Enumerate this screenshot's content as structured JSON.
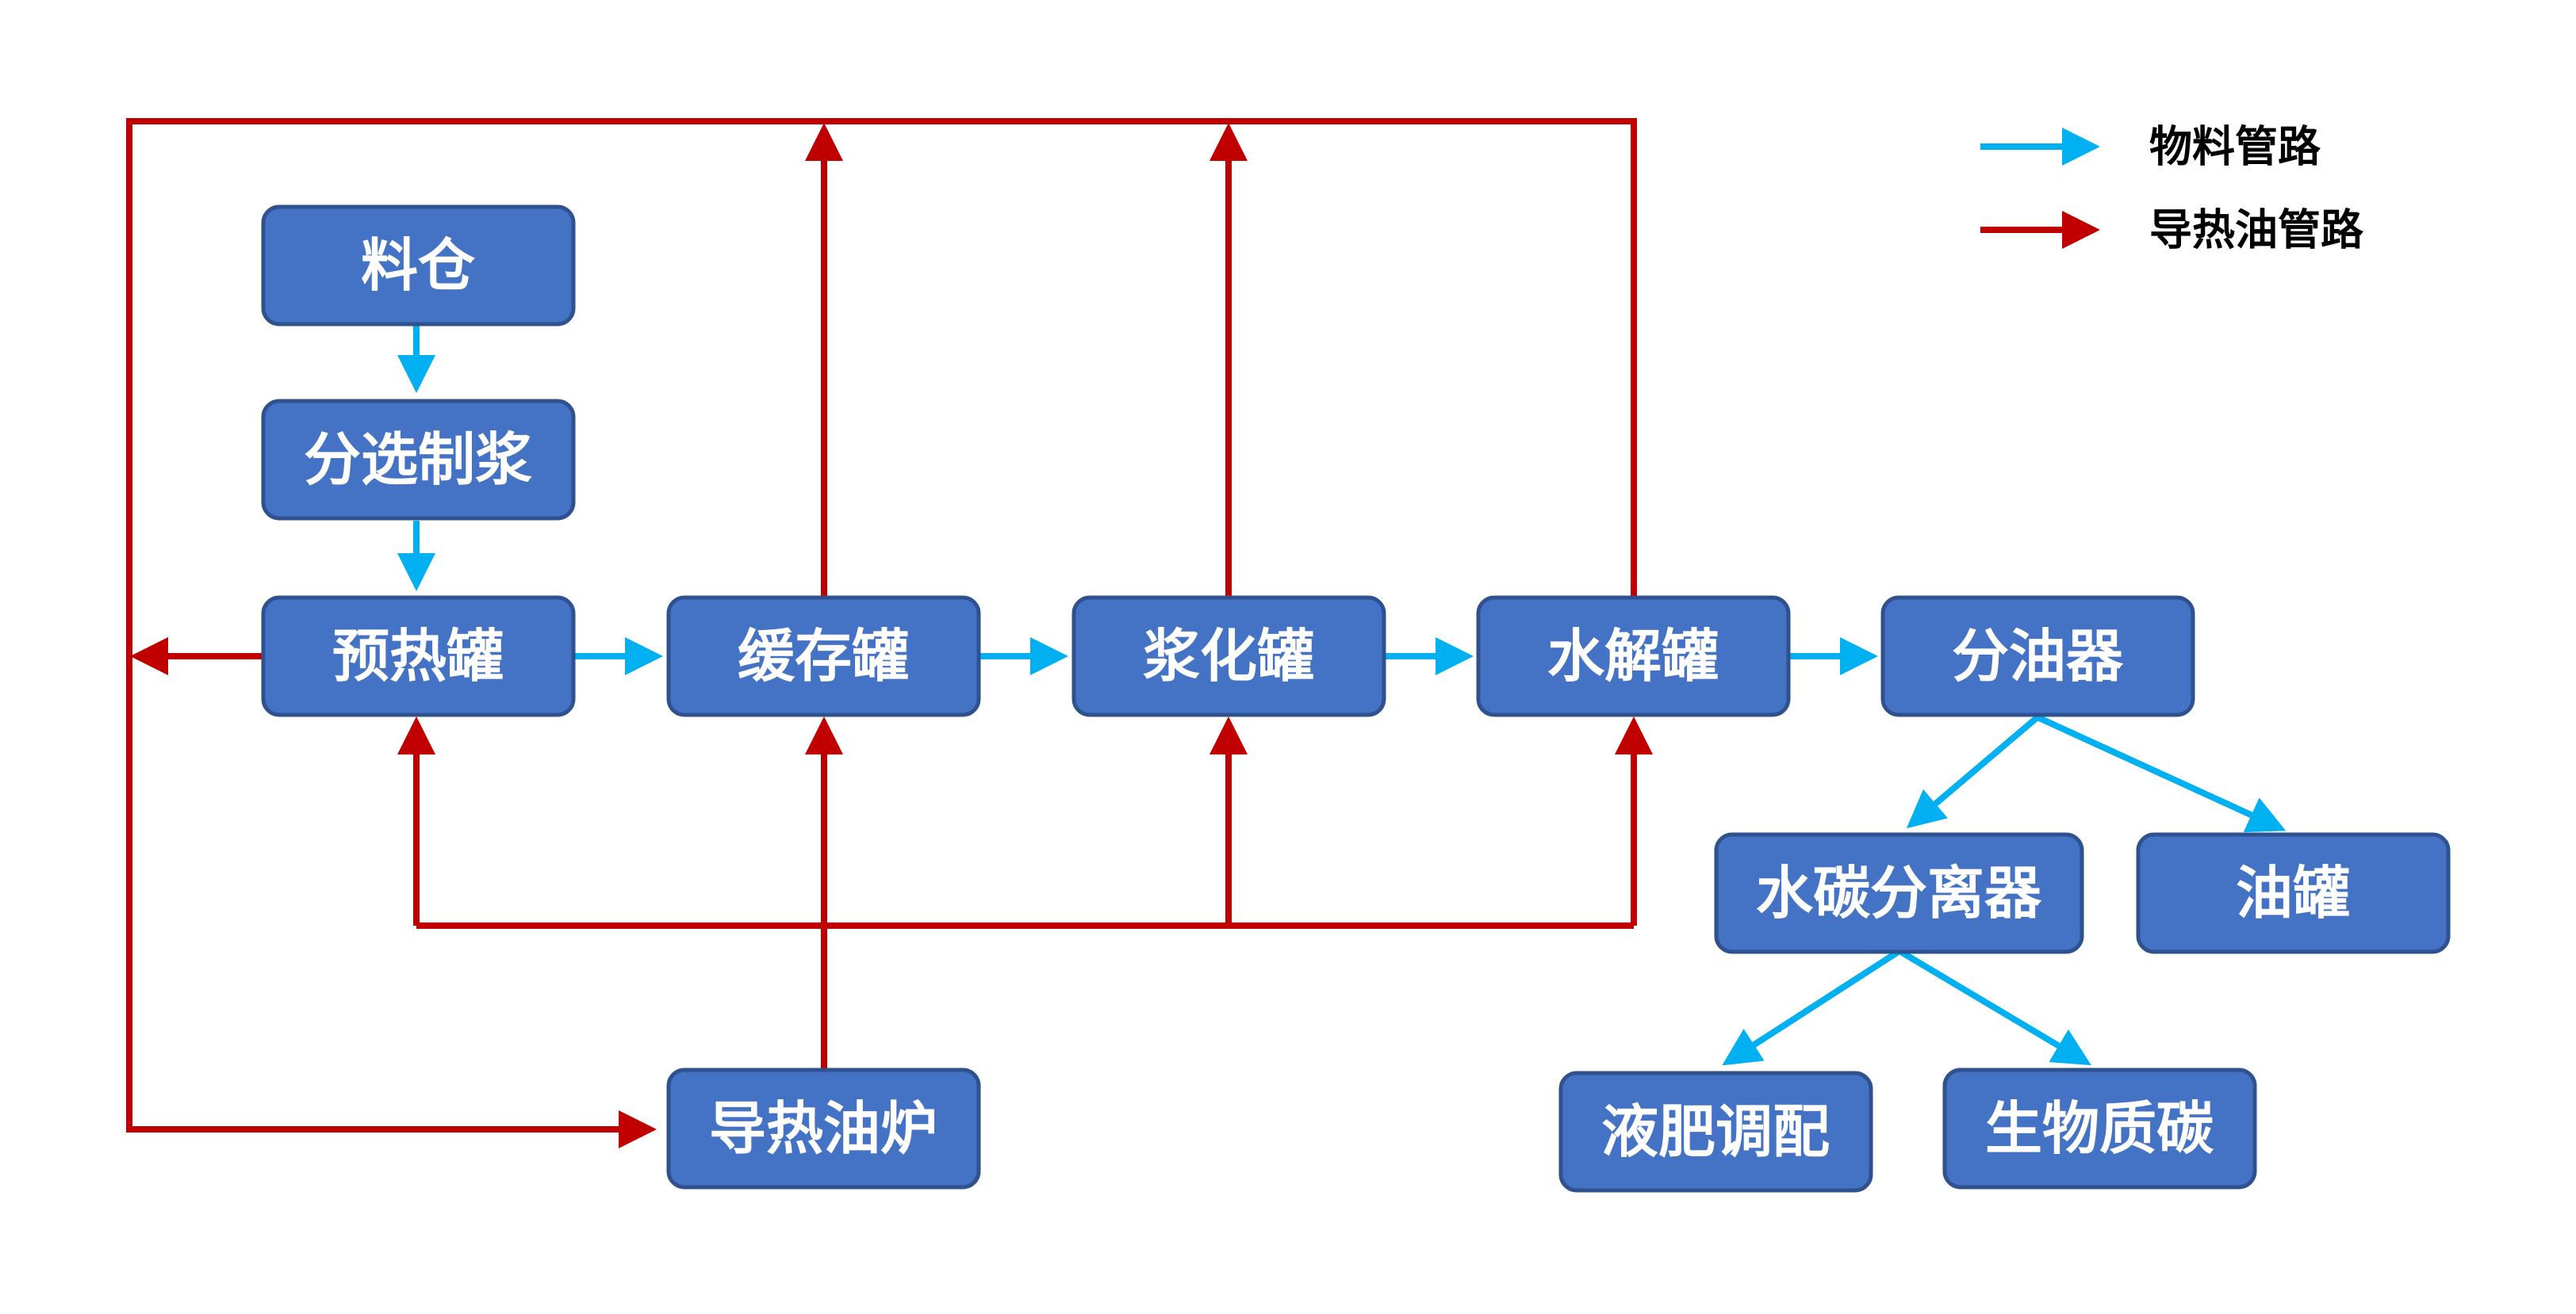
{
  "nodes": {
    "liaocang": "料仓",
    "fenxuan": "分选制浆",
    "yure": "预热罐",
    "huancun": "缓存罐",
    "jianghua": "浆化罐",
    "shuijie": "水解罐",
    "fenyou": "分油器",
    "shuitan": "水碳分离器",
    "youguan": "油罐",
    "yefei": "液肥调配",
    "shengwu": "生物质碳",
    "daore_lu": "导热油炉"
  },
  "legend": {
    "material": "物料管路",
    "oil": "导热油管路"
  },
  "colors": {
    "node_fill": "#4472C4",
    "material_pipe": "#00B0F0",
    "oil_pipe": "#C00000"
  }
}
